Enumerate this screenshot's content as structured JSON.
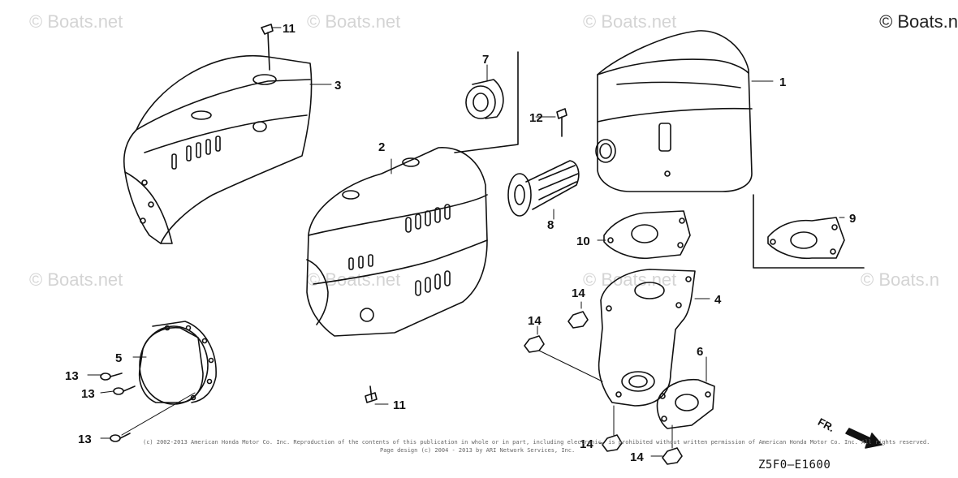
{
  "watermarks": [
    "© Boats.net",
    "© Boats.net",
    "© Boats.net",
    "© Boats.net",
    "© Boats.net",
    "© Boats.net"
  ],
  "corner_mark": "© Boats.n",
  "edge_watermark": "© Boats.n",
  "copyright": {
    "line1": "(c) 2002-2013 American Honda Motor Co. Inc. Reproduction of the contents of this publication in whole or in part, including electronic, is prohibited without written permission of American Honda Motor Co. Inc. All rights reserved.",
    "line2": "Page design (c) 2004 - 2013 by ARI Network Services, Inc."
  },
  "diagram_code": "Z5F0—E1600",
  "direction_label": "FR.",
  "callouts": [
    "1",
    "2",
    "3",
    "4",
    "5",
    "6",
    "7",
    "8",
    "9",
    "10",
    "11",
    "11",
    "12",
    "13",
    "13",
    "13",
    "14",
    "14",
    "14",
    "14"
  ]
}
